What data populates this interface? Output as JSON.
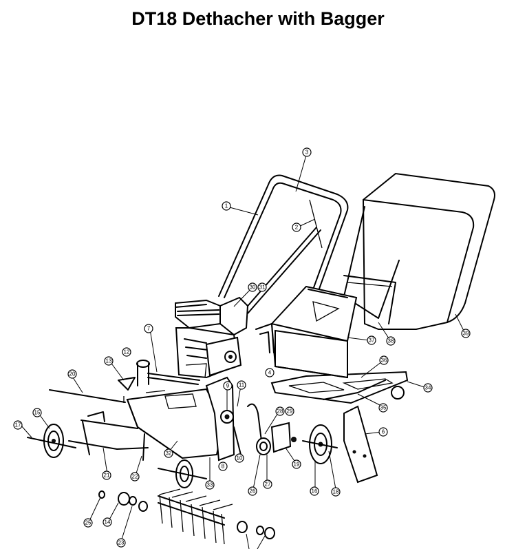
{
  "title": "DT18 Dethacher with Bagger",
  "callouts": [
    "1",
    "2",
    "3",
    "4",
    "6",
    "7",
    "8",
    "9",
    "10",
    "11",
    "12",
    "13",
    "14",
    "15",
    "16",
    "17",
    "18",
    "19",
    "20",
    "21",
    "22",
    "23",
    "25",
    "26",
    "27",
    "28",
    "29",
    "30",
    "31",
    "32",
    "33",
    "34",
    "35",
    "36",
    "37",
    "38",
    "39"
  ]
}
